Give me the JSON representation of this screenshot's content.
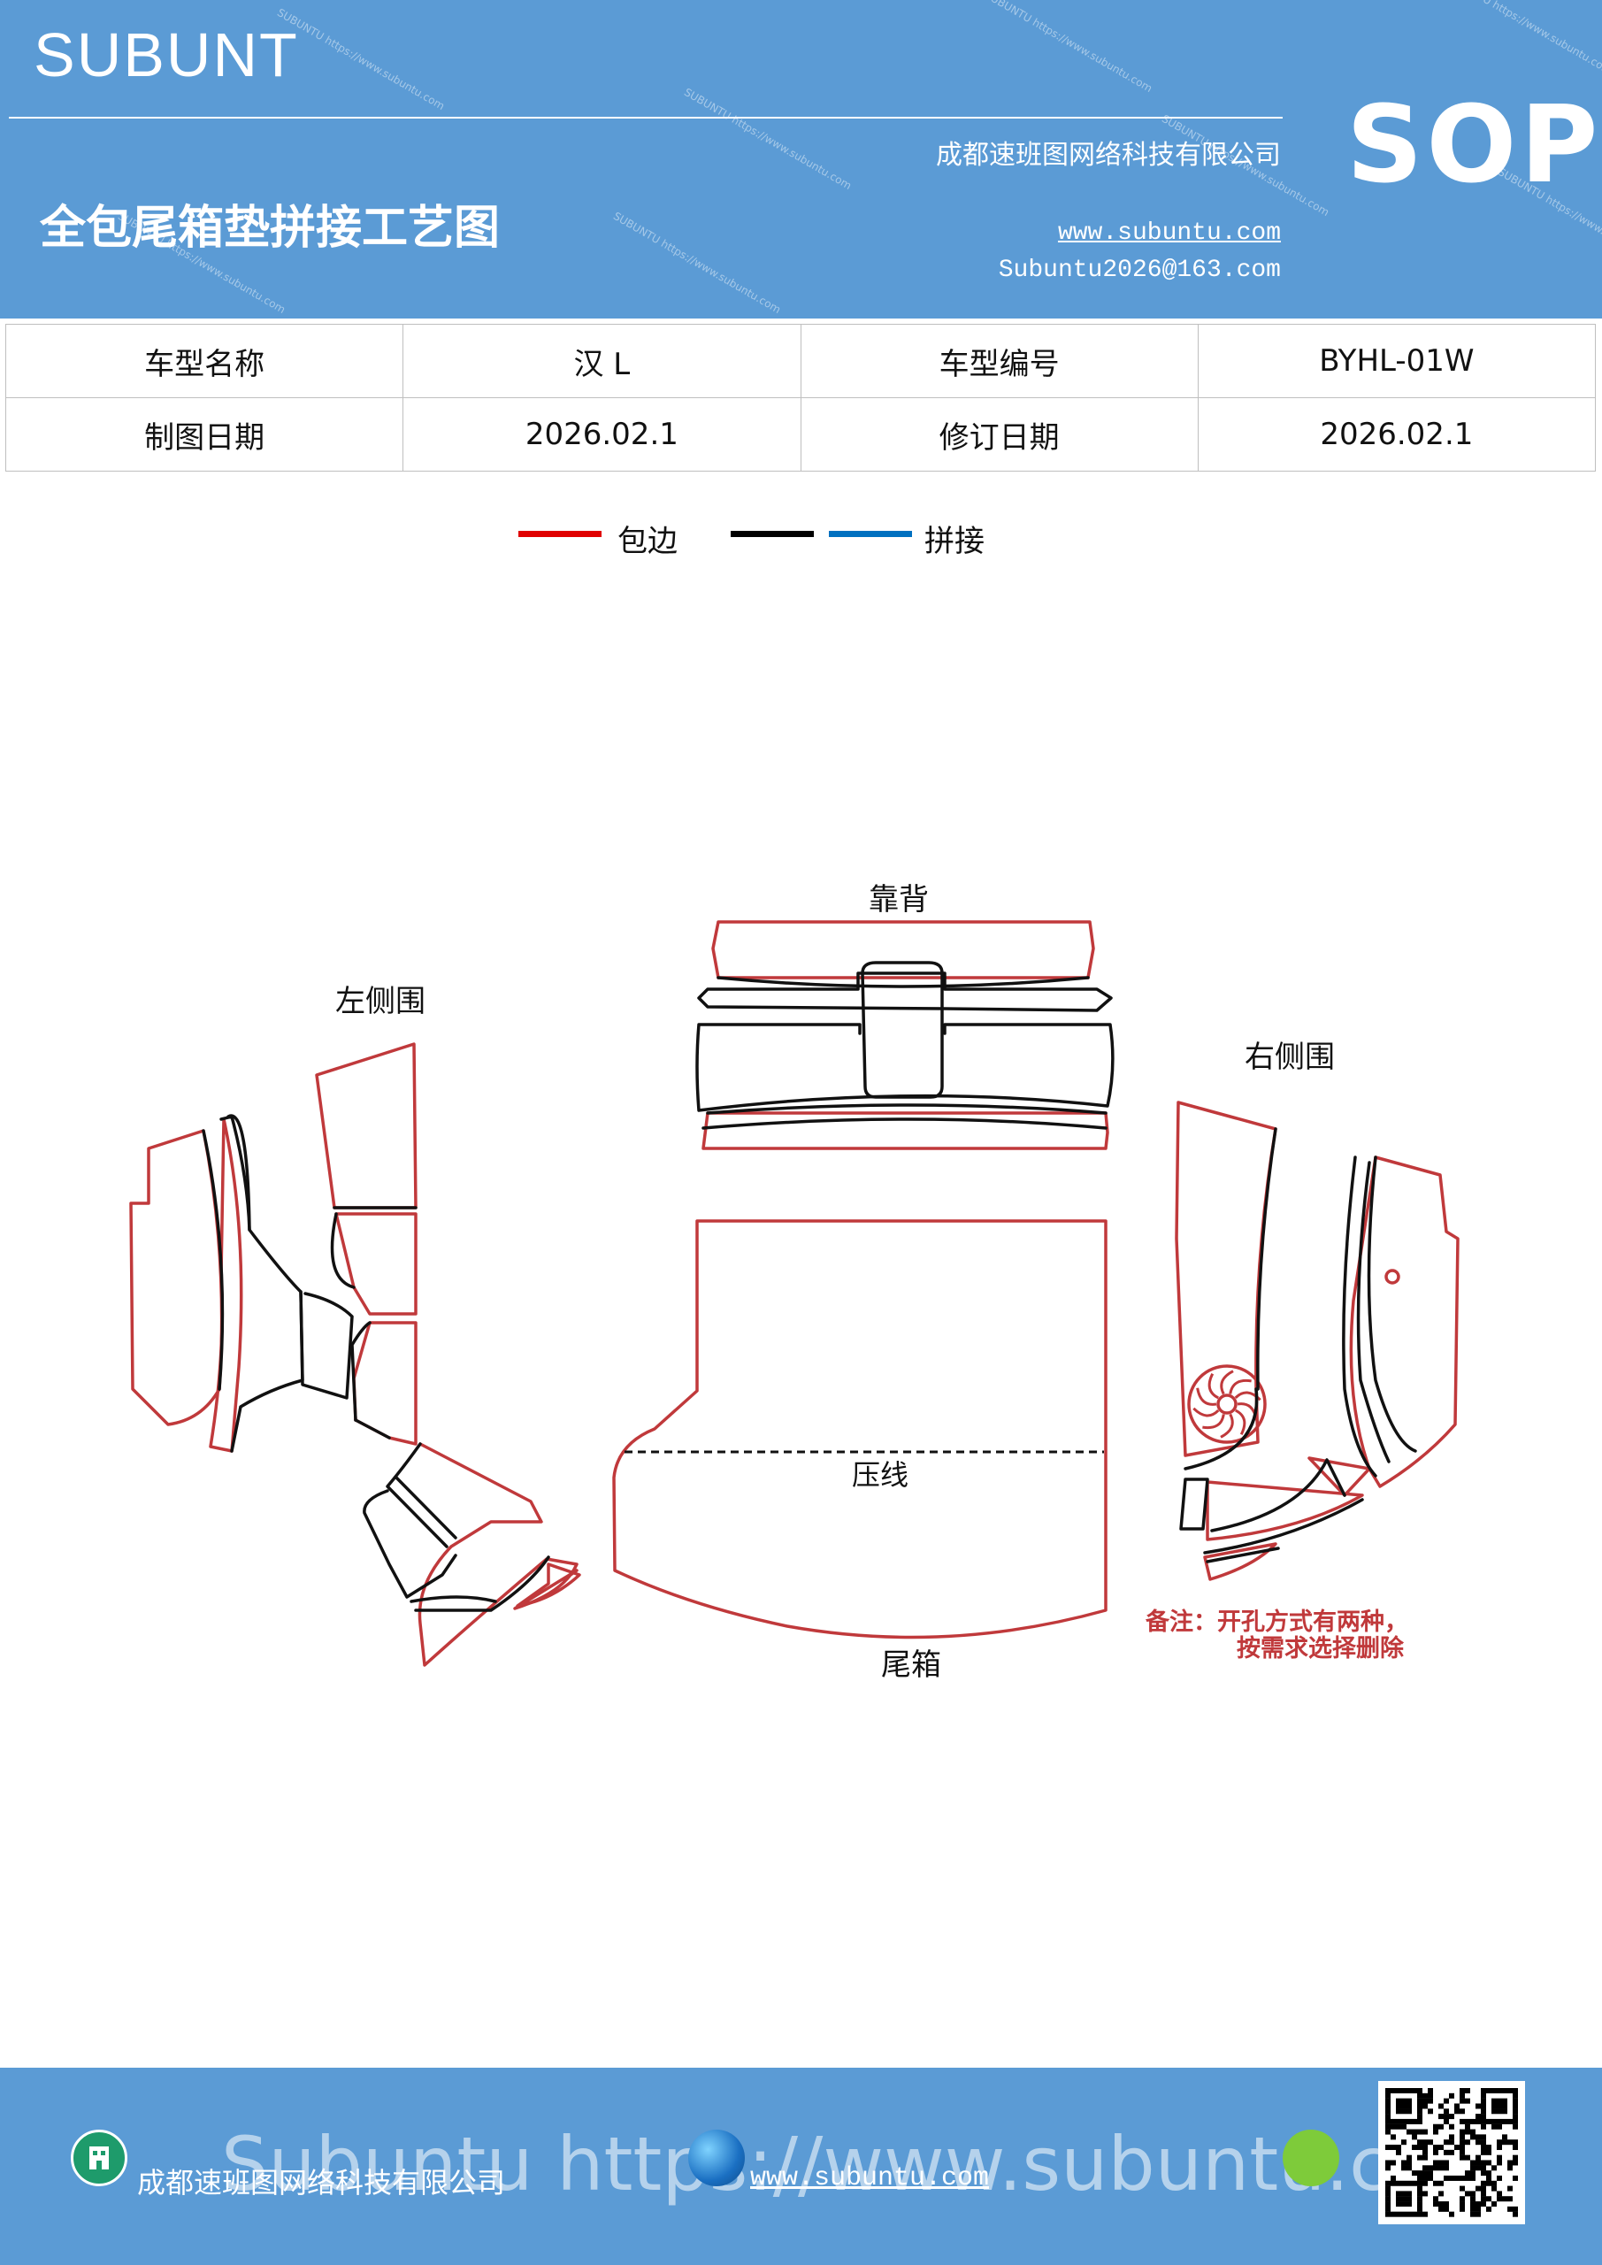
{
  "header": {
    "brand": "SUBUNT",
    "company": "成都速班图网络科技有限公司",
    "title": "全包尾箱垫拼接工艺图",
    "website": "www.subuntu.com",
    "email": "Subuntu2026@163.com",
    "badge": "SOP",
    "watermark": "SUBUNTU https://www.subuntu.com"
  },
  "info_table": {
    "rows": [
      [
        "车型名称",
        "汉 L",
        "车型编号",
        "BYHL-01W"
      ],
      [
        "制图日期",
        "2026.02.1",
        "修订日期",
        "2026.02.1"
      ]
    ]
  },
  "legend": {
    "items": [
      {
        "label": "包边",
        "color": "#e00000"
      },
      {
        "label": "",
        "color": "#000000"
      },
      {
        "label": "拼接",
        "color": "#0070c0"
      }
    ]
  },
  "diagram": {
    "outline_color": "#c0393b",
    "seam_color": "#111111",
    "labels": {
      "backrest": "靠背",
      "left_side": "左侧围",
      "right_side": "右侧围",
      "crease": "压线",
      "trunk": "尾箱"
    },
    "note_line1": "备注：开孔方式有两种，",
    "note_line2": "按需求选择删除"
  },
  "footer": {
    "company": "成都速班图网络科技有限公司",
    "website": "www.subuntu.com",
    "watermark": "Subuntu https://www.subuntu.com",
    "colors": {
      "bar": "#5b9bd5"
    }
  }
}
